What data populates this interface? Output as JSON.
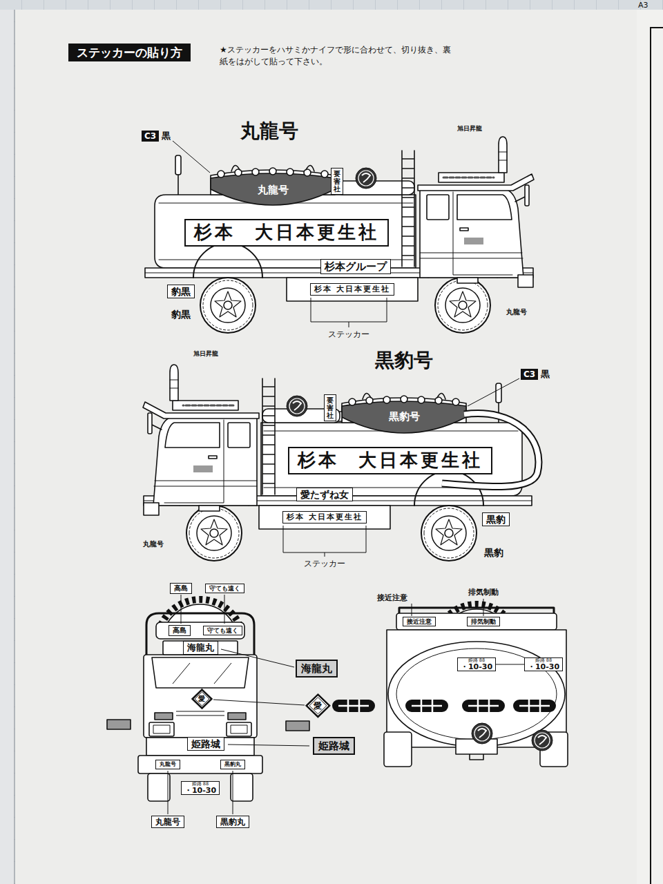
{
  "diagram": {
    "title": "ステッカーの貼り方",
    "nodes": [
      {
        "text": [
          "C3",
          "黒"
        ]
      },
      {
        "text": [
          "要害社"
        ]
      },
      {
        "text": [
          "杉本 大日本更生社"
        ]
      },
      {
        "text": [
          "杉本グループ"
        ]
      },
      {
        "text": [
          "杉本 大日本更生社"
        ]
      },
      {
        "text": [
          "豹黒"
        ]
      },
      {
        "text": [
          "C3",
          "黒"
        ]
      },
      {
        "text": [
          "要害社"
        ]
      },
      {
        "text": [
          "杉本 大日本更生社"
        ]
      },
      {
        "text": [
          "愛たずね女"
        ]
      },
      {
        "text": [
          "杉本 大日本更生社"
        ]
      },
      {
        "text": [
          "黒豹"
        ]
      },
      {
        "text": [
          "高島"
        ]
      },
      {
        "text": [
          "守ても遠く"
        ]
      },
      {
        "text": [
          "高島"
        ]
      },
      {
        "text": [
          "守ても遠く"
        ]
      },
      {
        "text": [
          "海龍丸"
        ]
      },
      {
        "text": [
          "海龍丸"
        ]
      },
      {
        "text": [
          "愛"
        ]
      },
      {
        "text": [
          "愛"
        ]
      },
      {
        "text": [
          "姫路城"
        ]
      },
      {
        "text": [
          "姫路城"
        ]
      },
      {
        "text": [
          "丸龍号"
        ]
      },
      {
        "text": [
          "黒豹丸"
        ]
      },
      {
        "text": [
          "姫路 88",
          "・10-30"
        ]
      },
      {
        "text": [
          "丸龍号"
        ]
      },
      {
        "text": [
          "黒豹丸"
        ]
      },
      {
        "text": [
          "接近注意"
        ]
      },
      {
        "text": [
          "排気制動"
        ]
      },
      {
        "text": [
          "姫路 88",
          "・10-30"
        ]
      },
      {
        "text": [
          "姫路 88",
          "・10-30"
        ]
      }
    ],
    "labels": [
      "A3",
      "★ステッカーをハサミかナイフで形に合わせて、切り抜き、裏紙をはがして貼って下さい。",
      "丸龍号",
      "丸龍号",
      "旭日昇龍",
      "豹黒",
      "丸龍号",
      "ステッカー",
      "黒豹号",
      "黒豹号",
      "旭日昇龍",
      "丸龍号",
      "黒豹",
      "ステッカー",
      "接近注意",
      "排気制動"
    ]
  }
}
